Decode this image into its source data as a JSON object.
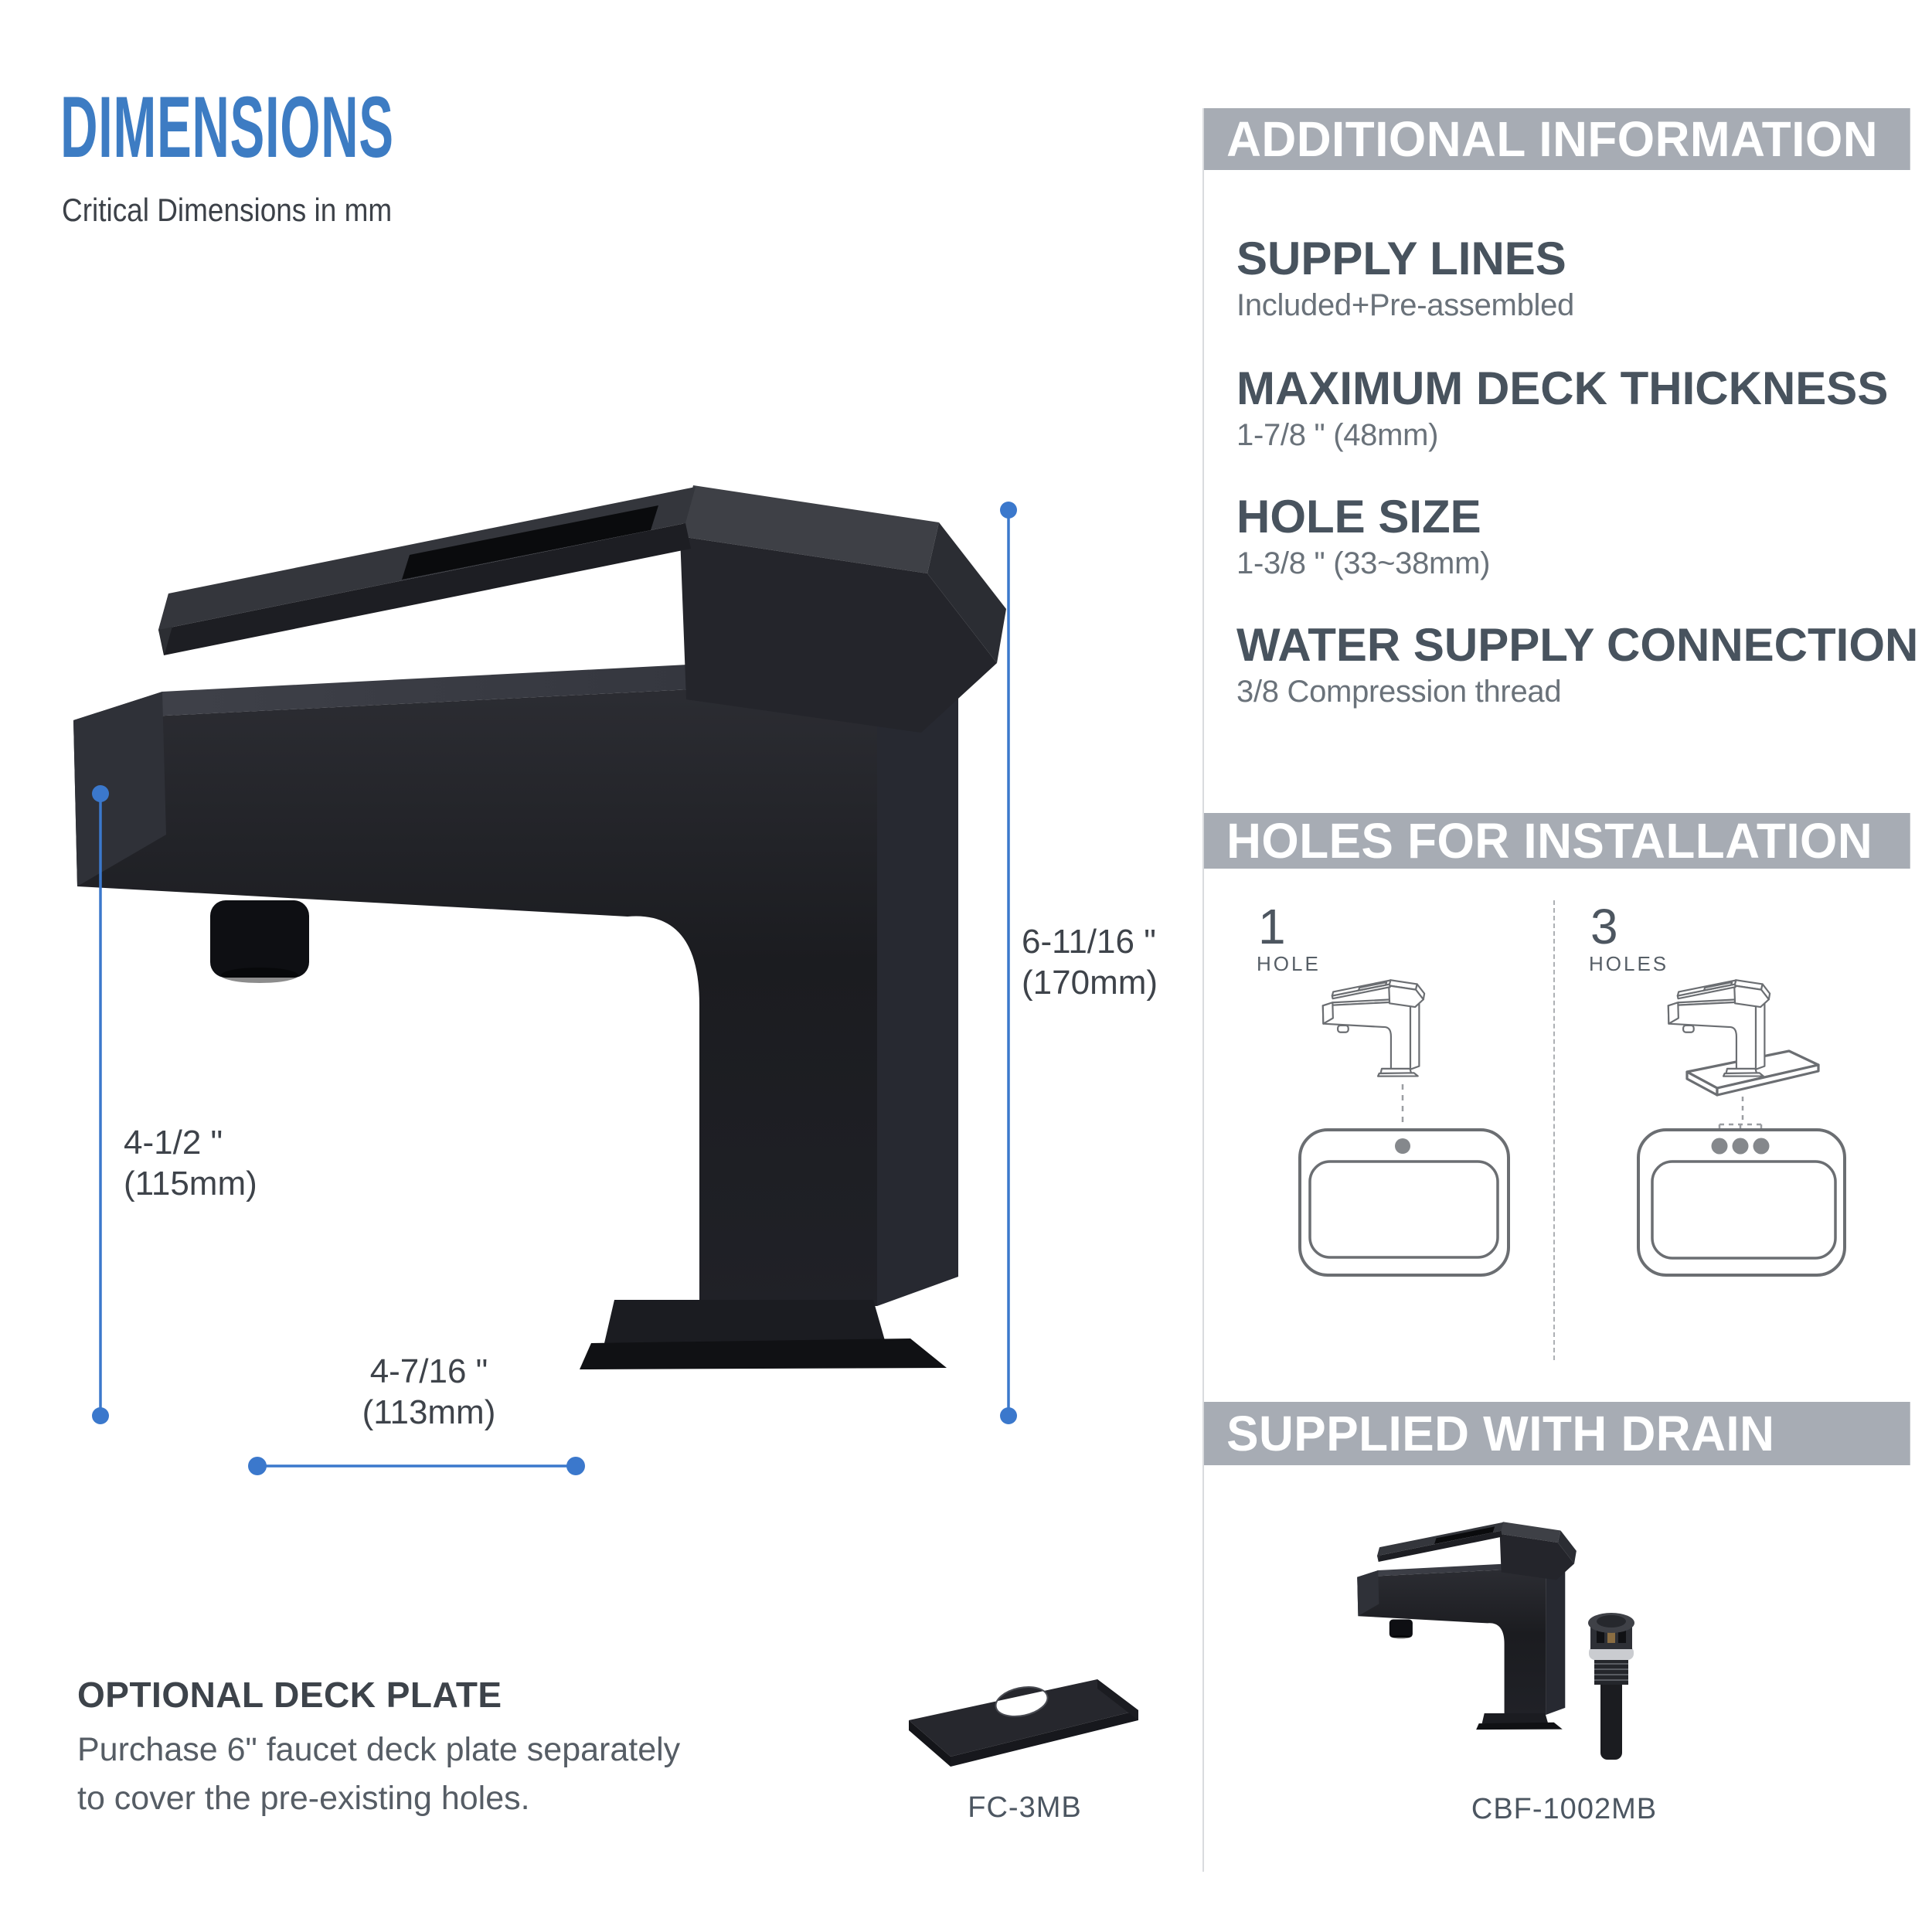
{
  "colors": {
    "accent_blue": "#3d7cc3",
    "dimension_line_blue": "#3b78cc",
    "panel_bar_gray": "#a7acb4",
    "heading_slate": "#48535e"
  },
  "header": {
    "title": "DIMENSIONS",
    "subtitle": "Critical Dimensions in mm"
  },
  "diagram": {
    "height_dim": {
      "inches": "6-11/16 \"",
      "mm": "(170mm)"
    },
    "spout_height_dim": {
      "inches": "4-1/2 \"",
      "mm": "(115mm)"
    },
    "reach_dim": {
      "inches": "4-7/16 \"",
      "mm": "(113mm)"
    }
  },
  "optional_deck_plate": {
    "title": "OPTIONAL DECK PLATE",
    "desc_line1": "Purchase 6\" faucet deck plate separately",
    "desc_line2": "to cover the pre-existing holes.",
    "model": "FC-3MB"
  },
  "panel": {
    "additional_info": {
      "title": "ADDITIONAL INFORMATION",
      "specs": [
        {
          "label": "SUPPLY LINES",
          "value": "Included+Pre-assembled"
        },
        {
          "label": "MAXIMUM DECK THICKNESS",
          "value": "1-7/8 \" (48mm)"
        },
        {
          "label": "HOLE SIZE",
          "value": "1-3/8 \" (33~38mm)"
        },
        {
          "label": "WATER SUPPLY CONNECTION",
          "value": "3/8 Compression thread"
        }
      ]
    },
    "holes_for_installation": {
      "title": "HOLES FOR INSTALLATION",
      "options": [
        {
          "count": "1",
          "label": "HOLE"
        },
        {
          "count": "3",
          "label": "HOLES"
        }
      ]
    },
    "supplied_with_drain": {
      "title": "SUPPLIED WITH DRAIN",
      "model": "CBF-1002MB"
    }
  }
}
